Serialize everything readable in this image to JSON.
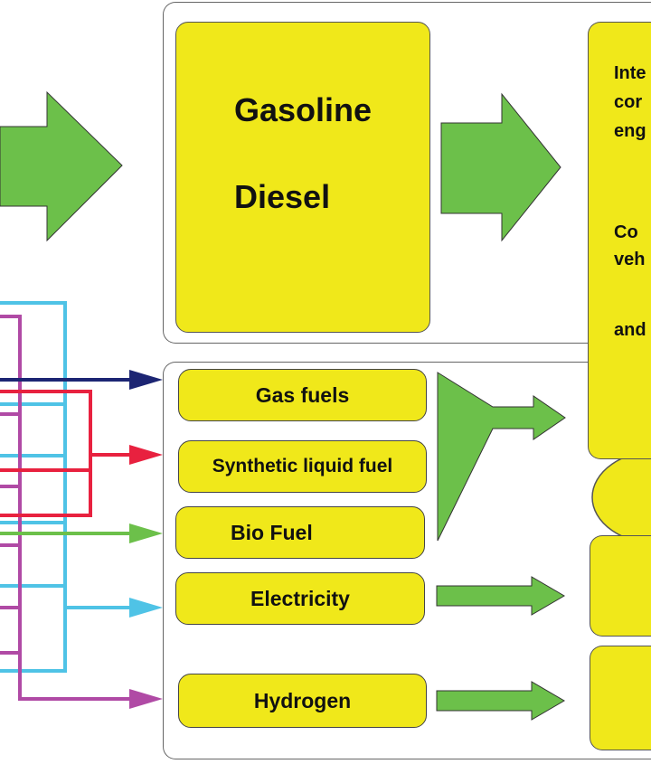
{
  "conventional": {
    "fuels": [
      "Gasoline",
      "Diesel"
    ]
  },
  "alternative_fuels": [
    "Gas fuels",
    "Synthetic liquid fuel",
    "Bio Fuel",
    "Electricity",
    "Hydrogen"
  ],
  "right_box": {
    "lines": [
      "Inte",
      "cor",
      "eng",
      "Co",
      "veh",
      "and"
    ]
  },
  "colors": {
    "box_fill": "#f0e81a",
    "arrow_green": "#6cc04a",
    "navy": "#1c2573",
    "red": "#e8213f",
    "green": "#6cc04a",
    "cyan": "#4fc3e6",
    "purple": "#b04aa5"
  }
}
